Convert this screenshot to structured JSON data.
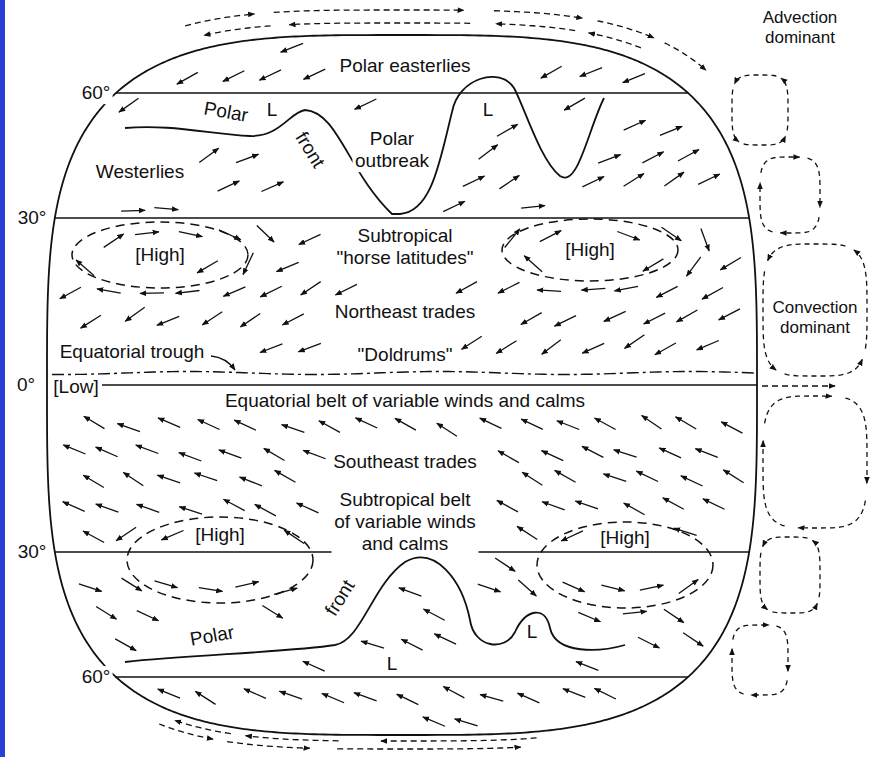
{
  "diagram": {
    "nodes": [
      {
        "text": [
          "[High]"
        ]
      },
      {
        "text": [
          "[High]"
        ]
      },
      {
        "text": [
          "[High]"
        ]
      },
      {
        "text": [
          "[High]"
        ]
      }
    ],
    "labels": [
      "Advection dominant",
      "60°",
      "Polar easterlies",
      "L",
      "L",
      "Polar",
      "Polar outbreak",
      "front",
      "Westerlies",
      "30°",
      "Subtropical \"horse latitudes\"",
      "Northeast trades",
      "Convection dominant",
      "Equatorial trough",
      "\"Doldrums\"",
      "0°",
      "[Low]",
      "Equatorial belt of variable winds and calms",
      "Southeast trades",
      "Subtropical belt of variable winds and calms",
      "30°",
      "Polar",
      "front",
      "L",
      "L",
      "60°"
    ]
  }
}
